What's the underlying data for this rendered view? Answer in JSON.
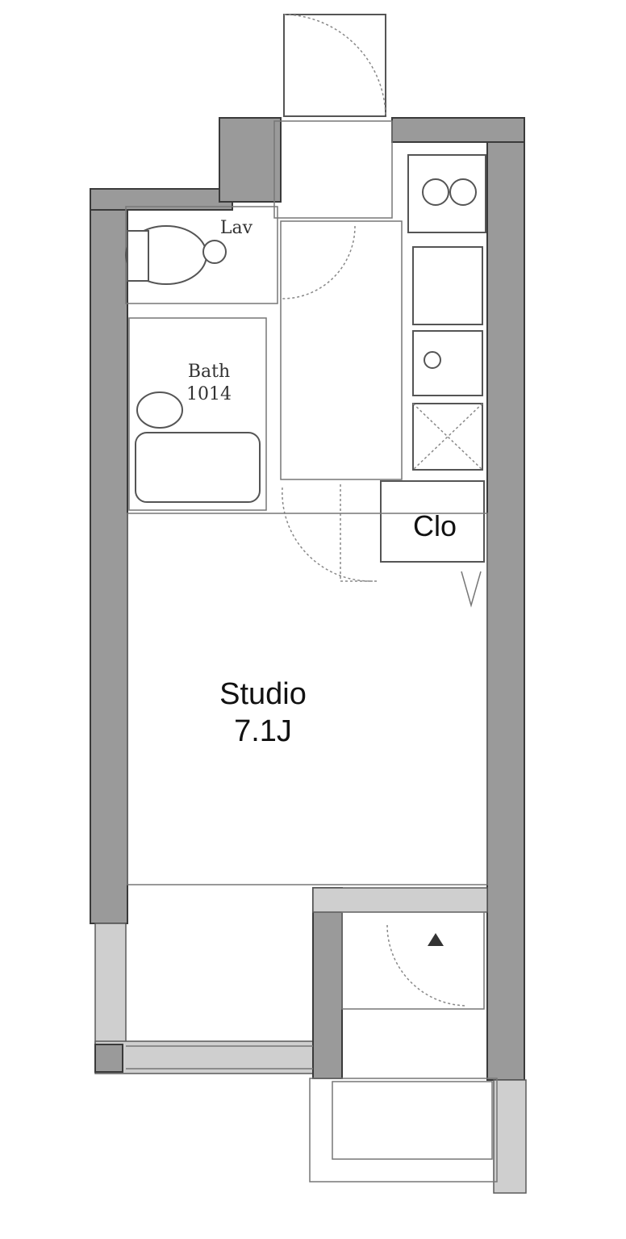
{
  "rooms": {
    "lav": "Lav",
    "bath": "Bath",
    "bath_size": "1014",
    "closet": "Clo",
    "studio": "Studio",
    "studio_size": "7.1J"
  },
  "icons": {
    "entrance_marker": "triangle-icon"
  }
}
